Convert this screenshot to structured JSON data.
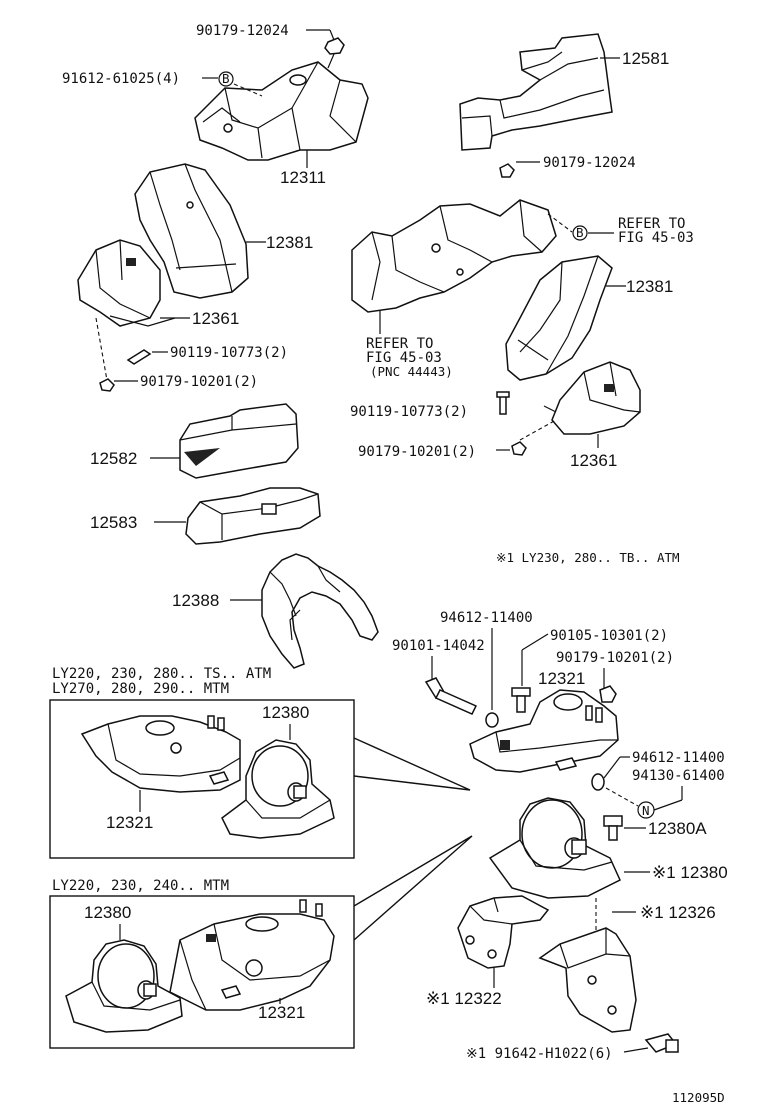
{
  "labels": {
    "p_90179_12024_top": "90179-12024",
    "p_91612_61025": "91612-61025(4)",
    "p_12581": "12581",
    "p_12311": "12311",
    "p_90179_12024_mid": "90179-12024",
    "refer_right_1": "REFER TO",
    "refer_right_2": "FIG 45-03",
    "p_12381_left": "12381",
    "p_12381_right": "12381",
    "p_12361_left": "12361",
    "refer_left_1": "REFER TO",
    "refer_left_2": "FIG 45-03",
    "refer_left_3": "(PNC 44443)",
    "p_90119_left": "90119-10773(2)",
    "p_90179_10201_left": "90179-10201(2)",
    "p_90119_right": "90119-10773(2)",
    "p_90179_10201_right": "90179-10201(2)",
    "p_12361_right": "12361",
    "p_12582": "12582",
    "p_12583": "12583",
    "note_ly230": "※1  LY230, 280.. TB.. ATM",
    "p_12388": "12388",
    "p_94612_top": "94612-11400",
    "p_90105": "90105-10301(2)",
    "p_90101": "90101-14042",
    "p_90179_10201_mid": "90179-10201(2)",
    "variant_a_1": "LY220, 230, 280.. TS.. ATM",
    "variant_a_2": "LY270, 280, 290.. MTM",
    "p_12380_insetA": "12380",
    "p_12321_main": "12321",
    "p_12321_insetA": "12321",
    "p_94612_bottom": "94612-11400",
    "p_94130": "94130-61400",
    "p_12380A": "12380A",
    "p_12380_main": "※1 12380",
    "variant_b": "LY220, 230, 240.. MTM",
    "p_12326": "※1 12326",
    "p_12380_insetB": "12380",
    "p_12322": "※1  12322",
    "p_12321_insetB": "12321",
    "p_91642": "※1  91642-H1022(6)",
    "figure_code": "112095D"
  },
  "callouts": {
    "b_top": "B",
    "b_right": "B",
    "n": "N"
  }
}
